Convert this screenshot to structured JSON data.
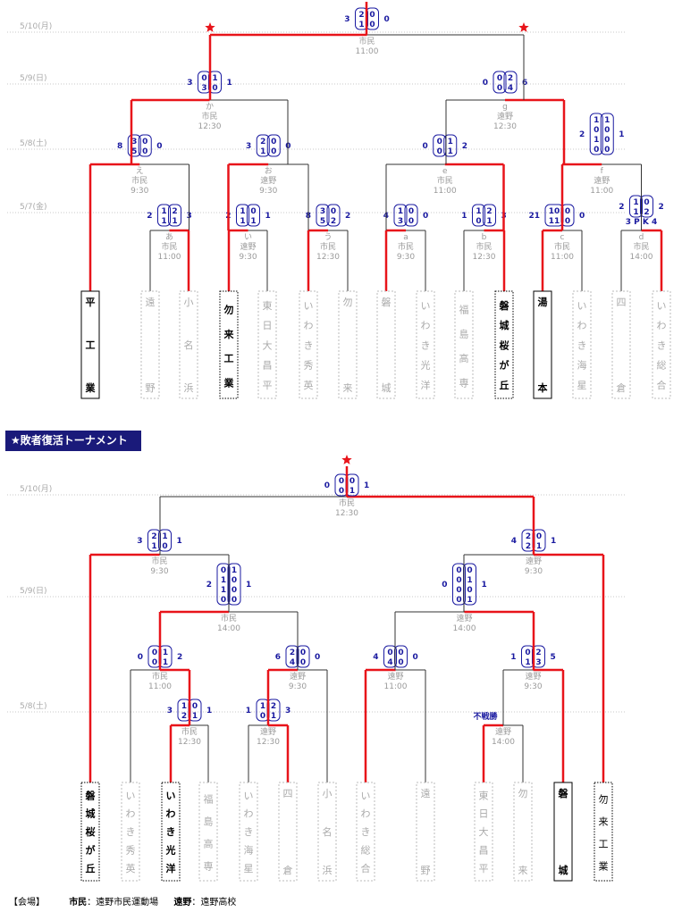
{
  "consolation_title": "★敗者復活トーナメント",
  "footer": {
    "label": "【会場】",
    "venue1_abbr": "市民",
    "venue1_name": "：遠野市民運動場",
    "venue2_abbr": "遠野",
    "venue2_name": "：遠野高校"
  },
  "colors": {
    "winner": "#e8141a",
    "loser_line": "#333333",
    "score": "#1a1aa0",
    "star": "#e8141a",
    "date": "#aaaaaa"
  },
  "main_bracket": {
    "dates": [
      "5/10(月)",
      "5/9(日)",
      "5/8(土)",
      "5/7(金)"
    ],
    "teams": [
      {
        "name": "平工業",
        "box": "solid",
        "advancing": true
      },
      {
        "name": "遠野",
        "box": "dashed"
      },
      {
        "name": "小名浜",
        "box": "dashed"
      },
      {
        "name": "勿来工業",
        "box": "dotted",
        "advancing": true
      },
      {
        "name": "東日大昌平",
        "box": "dashed"
      },
      {
        "name": "いわき秀英",
        "box": "dashed"
      },
      {
        "name": "勿来",
        "box": "dashed"
      },
      {
        "name": "磐城",
        "box": "dashed"
      },
      {
        "name": "いわき光洋",
        "box": "dashed"
      },
      {
        "name": "福島高専",
        "box": "dashed"
      },
      {
        "name": "磐城桜が丘",
        "box": "dotted",
        "advancing": true
      },
      {
        "name": "湯本",
        "box": "solid",
        "advancing": true
      },
      {
        "name": "いわき海星",
        "box": "dashed"
      },
      {
        "name": "四倉",
        "box": "dashed"
      },
      {
        "name": "いわき総合",
        "box": "dashed"
      }
    ],
    "games": [
      {
        "id": "あ",
        "venue": "市民",
        "time": "11:00",
        "left_total": "2",
        "left_col": [
          "1",
          "1"
        ],
        "right_col": [
          "2",
          "1"
        ],
        "right_total": "3"
      },
      {
        "id": "い",
        "venue": "遠野",
        "time": "9:30",
        "left_total": "2",
        "left_col": [
          "1",
          "1"
        ],
        "right_col": [
          "0",
          "1"
        ],
        "right_total": "1"
      },
      {
        "id": "う",
        "venue": "市民",
        "time": "12:30",
        "left_total": "8",
        "left_col": [
          "3",
          "5"
        ],
        "right_col": [
          "0",
          "2"
        ],
        "right_total": "2"
      },
      {
        "id": "a",
        "venue": "市民",
        "time": "9:30",
        "left_total": "4",
        "left_col": [
          "1",
          "3"
        ],
        "right_col": [
          "0",
          "0"
        ],
        "right_total": "0"
      },
      {
        "id": "b",
        "venue": "市民",
        "time": "12:30",
        "left_total": "1",
        "left_col": [
          "1",
          "0"
        ],
        "right_col": [
          "2",
          "1"
        ],
        "right_total": "3"
      },
      {
        "id": "c",
        "venue": "市民",
        "time": "11:00",
        "left_total": "21",
        "left_col": [
          "10",
          "11"
        ],
        "right_col": [
          "0",
          "0"
        ],
        "right_total": "0"
      },
      {
        "id": "d",
        "venue": "市民",
        "time": "14:00",
        "left_total": "2",
        "left_col": [
          "1",
          "1"
        ],
        "right_col": [
          "0",
          "2"
        ],
        "right_total": "2",
        "note": "3 P K 4"
      },
      {
        "id": "え",
        "venue": "市民",
        "time": "9:30",
        "left_total": "8",
        "left_col": [
          "3",
          "5"
        ],
        "right_col": [
          "0",
          "0"
        ],
        "right_total": "0"
      },
      {
        "id": "お",
        "venue": "遠野",
        "time": "9:30",
        "left_total": "3",
        "left_col": [
          "2",
          "1"
        ],
        "right_col": [
          "0",
          "0"
        ],
        "right_total": "0"
      },
      {
        "id": "e",
        "venue": "市民",
        "time": "11:00",
        "left_total": "0",
        "left_col": [
          "0",
          "0"
        ],
        "right_col": [
          "1",
          "1"
        ],
        "right_total": "2"
      },
      {
        "id": "f",
        "venue": "遠野",
        "time": "11:00",
        "left_total": "2",
        "left_col": [
          "1",
          "0",
          "1",
          "0"
        ],
        "right_col": [
          "1",
          "0",
          "0",
          "0"
        ],
        "right_total": "1"
      },
      {
        "id": "か",
        "venue": "市民",
        "time": "12:30",
        "left_total": "3",
        "left_col": [
          "0",
          "3"
        ],
        "right_col": [
          "1",
          "0"
        ],
        "right_total": "1"
      },
      {
        "id": "g",
        "venue": "遠野",
        "time": "12:30",
        "left_total": "0",
        "left_col": [
          "0",
          "0"
        ],
        "right_col": [
          "2",
          "4"
        ],
        "right_total": "6"
      },
      {
        "id": "",
        "venue": "市民",
        "time": "11:00",
        "left_total": "3",
        "left_col": [
          "2",
          "1"
        ],
        "right_col": [
          "0",
          "0"
        ],
        "right_total": "0"
      }
    ]
  },
  "consolation_bracket": {
    "dates": [
      "5/10(月)",
      "5/9(日)",
      "5/8(土)"
    ],
    "teams": [
      {
        "name": "磐城桜が丘",
        "box": "dotted",
        "advancing": true
      },
      {
        "name": "いわき秀英",
        "box": "dashed"
      },
      {
        "name": "いわき光洋",
        "box": "dotted",
        "advancing": true
      },
      {
        "name": "福島高専",
        "box": "dashed"
      },
      {
        "name": "いわき海星",
        "box": "dashed"
      },
      {
        "name": "四倉",
        "box": "dashed"
      },
      {
        "name": "小名浜",
        "box": "dashed"
      },
      {
        "name": "いわき総合",
        "box": "dashed"
      },
      {
        "name": "遠野",
        "box": "dashed"
      },
      {
        "name": "東日大昌平",
        "box": "dashed"
      },
      {
        "name": "勿来",
        "box": "dashed"
      },
      {
        "name": "磐城",
        "box": "solid",
        "advancing": true
      },
      {
        "name": "勿来工業",
        "box": "dotted"
      }
    ],
    "games": [
      {
        "id": "",
        "venue": "市民",
        "time": "12:30",
        "left_total": "3",
        "left_col": [
          "1",
          "2"
        ],
        "right_col": [
          "0",
          "1"
        ],
        "right_total": "1"
      },
      {
        "id": "",
        "venue": "遠野",
        "time": "12:30",
        "left_total": "1",
        "left_col": [
          "1",
          "0"
        ],
        "right_col": [
          "2",
          "1"
        ],
        "right_total": "3"
      },
      {
        "id": "",
        "venue": "遠野",
        "time": "14:00",
        "left_total": "",
        "left_col": [],
        "right_col": [],
        "right_total": "",
        "note": "不戦勝"
      },
      {
        "id": "",
        "venue": "市民",
        "time": "11:00",
        "left_total": "0",
        "left_col": [
          "0",
          "0"
        ],
        "right_col": [
          "1",
          "1"
        ],
        "right_total": "2"
      },
      {
        "id": "",
        "venue": "遠野",
        "time": "9:30",
        "left_total": "6",
        "left_col": [
          "2",
          "4"
        ],
        "right_col": [
          "0",
          "0"
        ],
        "right_total": "0"
      },
      {
        "id": "",
        "venue": "遠野",
        "time": "11:00",
        "left_total": "4",
        "left_col": [
          "0",
          "4"
        ],
        "right_col": [
          "0",
          "0"
        ],
        "right_total": "0"
      },
      {
        "id": "",
        "venue": "遠野",
        "time": "9:30",
        "left_total": "1",
        "left_col": [
          "0",
          "1"
        ],
        "right_col": [
          "2",
          "3"
        ],
        "right_total": "5"
      },
      {
        "id": "",
        "venue": "市民",
        "time": "14:00",
        "left_total": "2",
        "left_col": [
          "0",
          "1",
          "1",
          "0"
        ],
        "right_col": [
          "1",
          "0",
          "0",
          "0"
        ],
        "right_total": "1"
      },
      {
        "id": "",
        "venue": "遠野",
        "time": "14:00",
        "left_total": "0",
        "left_col": [
          "0",
          "0",
          "0",
          "0"
        ],
        "right_col": [
          "0",
          "1",
          "0",
          "1"
        ],
        "right_total": "1"
      },
      {
        "id": "",
        "venue": "市民",
        "time": "9:30",
        "left_total": "3",
        "left_col": [
          "2",
          "1"
        ],
        "right_col": [
          "1",
          "0"
        ],
        "right_total": "1"
      },
      {
        "id": "",
        "venue": "遠野",
        "time": "9:30",
        "left_total": "4",
        "left_col": [
          "2",
          "2"
        ],
        "right_col": [
          "0",
          "1"
        ],
        "right_total": "1"
      },
      {
        "id": "",
        "venue": "市民",
        "time": "12:30",
        "left_total": "0",
        "left_col": [
          "0",
          "0"
        ],
        "right_col": [
          "0",
          "1"
        ],
        "right_total": "1"
      }
    ]
  }
}
